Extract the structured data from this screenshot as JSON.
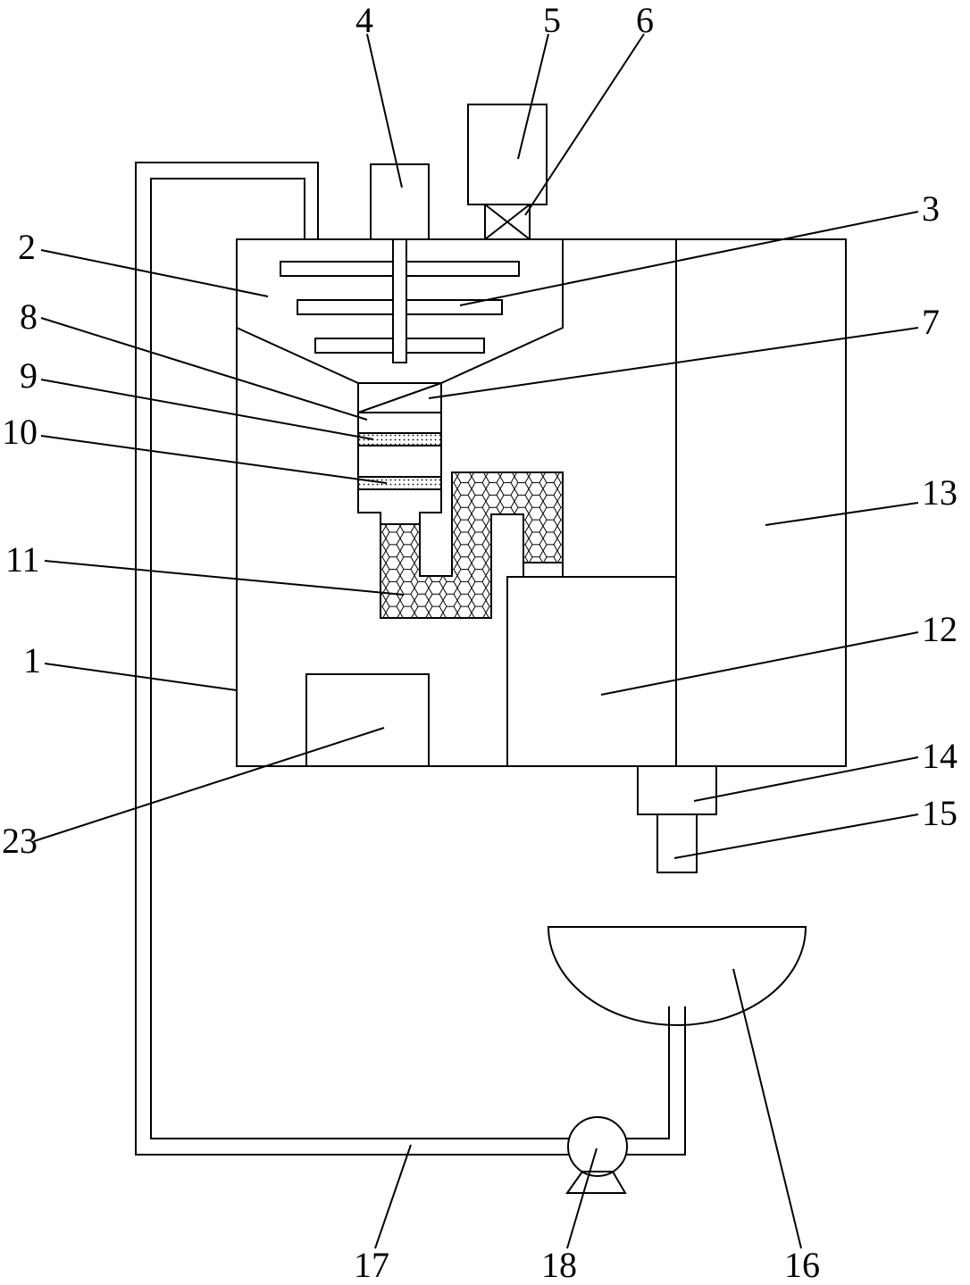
{
  "labels": {
    "l1": "1",
    "l2": "2",
    "l3": "3",
    "l4": "4",
    "l5": "5",
    "l6": "6",
    "l7": "7",
    "l8": "8",
    "l9": "9",
    "l10": "10",
    "l11": "11",
    "l12": "12",
    "l13": "13",
    "l14": "14",
    "l15": "15",
    "l16": "16",
    "l17": "17",
    "l18": "18",
    "l23": "23"
  }
}
